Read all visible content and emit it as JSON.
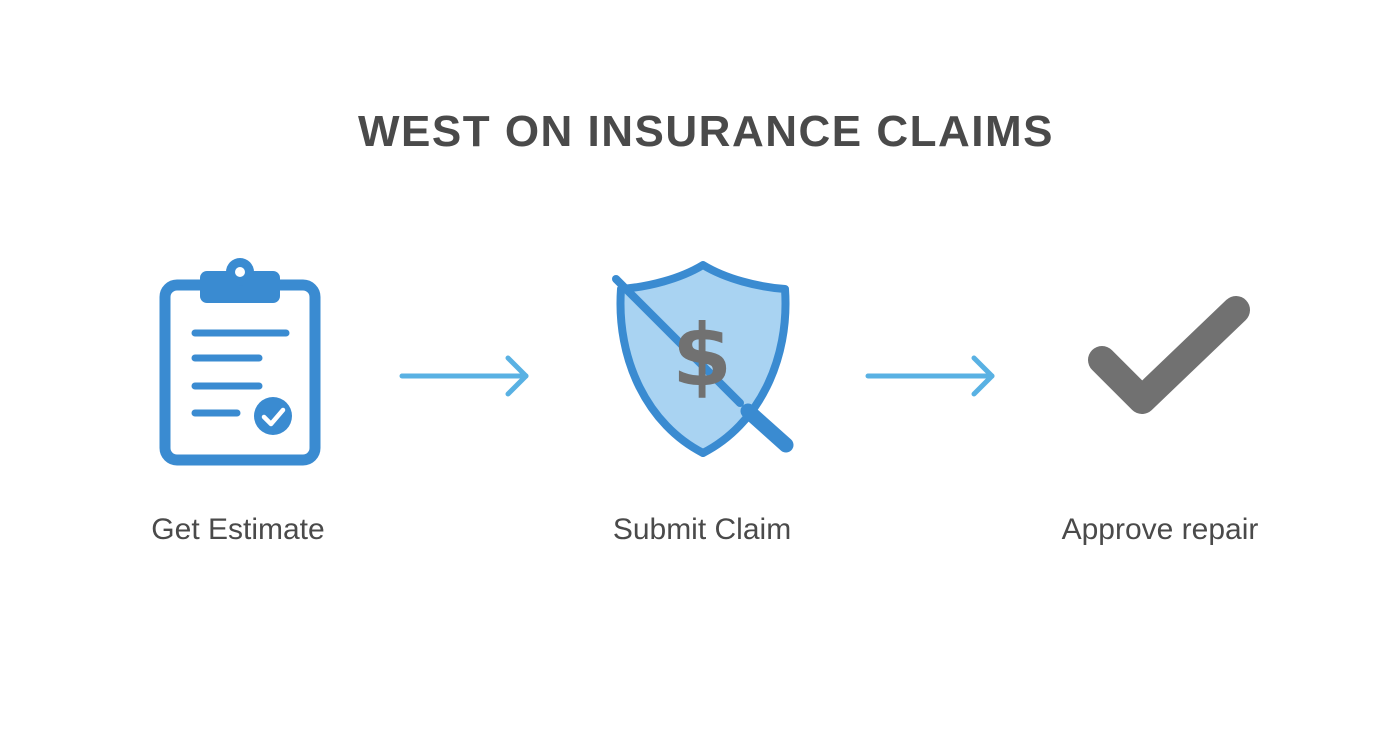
{
  "diagram": {
    "title": "WEST ON INSURANCE CLAIMS",
    "steps": [
      {
        "label": "Get Estimate",
        "icon": "clipboard-check-icon"
      },
      {
        "label": "Submit Claim",
        "icon": "shield-dollar-icon"
      },
      {
        "label": "Approve repair",
        "icon": "checkmark-icon"
      }
    ],
    "connectors": [
      "arrow-right-icon",
      "arrow-right-icon"
    ]
  },
  "colors": {
    "primary_blue": "#3a8bd1",
    "light_blue": "#a9d3f2",
    "arrow_blue": "#59b1e3",
    "gray": "#717171",
    "text": "#4a4a4a"
  }
}
